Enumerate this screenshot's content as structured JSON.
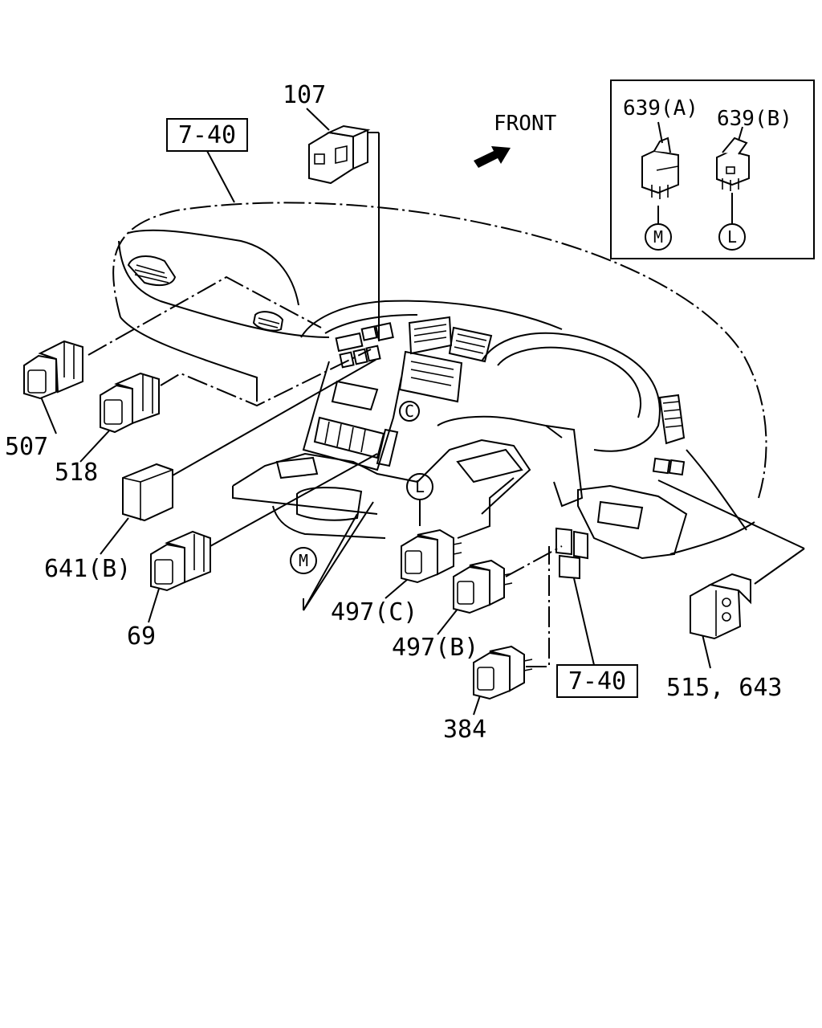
{
  "labels": {
    "ref_top": "7-40",
    "ref_bottom": "7-40",
    "front": "FRONT",
    "p107": "107",
    "p507": "507",
    "p518": "518",
    "p641b": "641(B)",
    "p69": "69",
    "p497c": "497(C)",
    "p497b": "497(B)",
    "p384": "384",
    "p515_643": "515, 643",
    "p639a": "639(A)",
    "p639b": "639(B)"
  },
  "markers": {
    "m_main": "M",
    "l_main": "L",
    "c_main": "C",
    "m_inset": "M",
    "l_inset": "L"
  }
}
